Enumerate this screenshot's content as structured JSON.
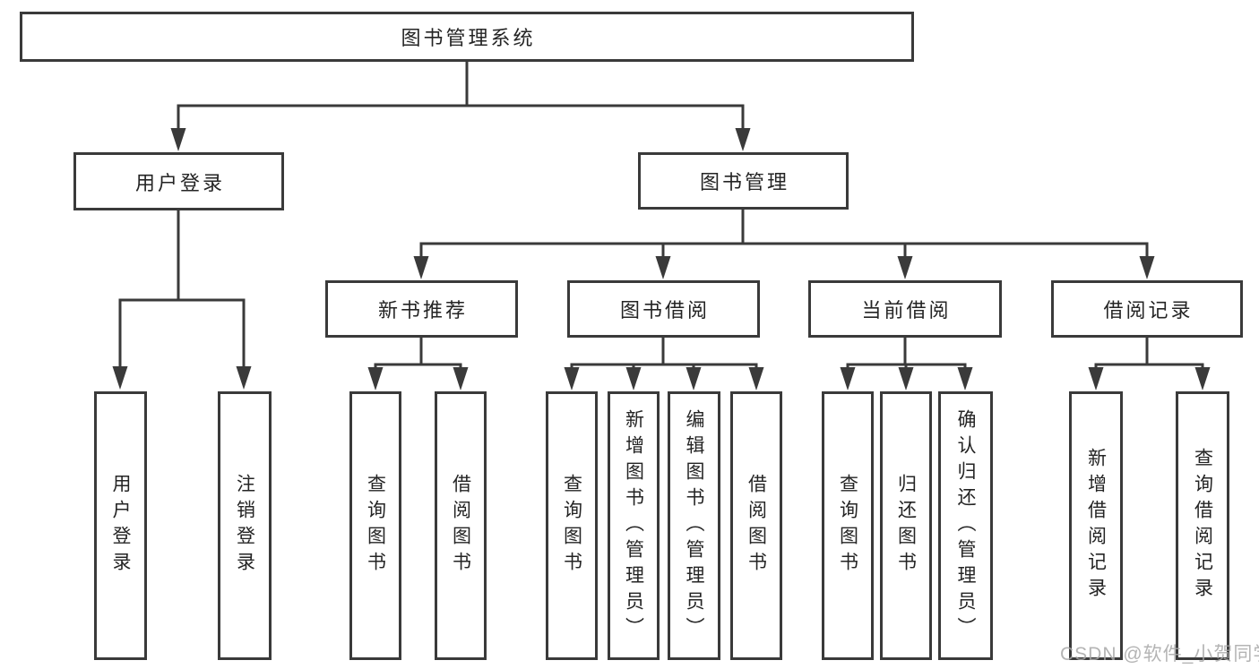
{
  "diagram": {
    "root": {
      "label": "图书管理系统"
    },
    "branches": [
      {
        "label": "用户登录",
        "leaves": [
          "用户登录",
          "注销登录"
        ]
      },
      {
        "label": "图书管理",
        "groups": [
          {
            "label": "新书推荐",
            "leaves": [
              "查询图书",
              "借阅图书"
            ]
          },
          {
            "label": "图书借阅",
            "leaves": [
              "查询图书",
              "新增图书（管理员）",
              "编辑图书（管理员）",
              "借阅图书"
            ]
          },
          {
            "label": "当前借阅",
            "leaves": [
              "查询图书",
              "归还图书",
              "确认归还（管理员）"
            ]
          },
          {
            "label": "借阅记录",
            "leaves": [
              "新增借阅记录",
              "查询借阅记录"
            ]
          }
        ]
      }
    ]
  },
  "watermark": "CSDN @软件_小贺同学",
  "colors": {
    "line": "#3a3a3a",
    "text": "#242424",
    "watermark": "#a7a7a7",
    "background": "#ffffff"
  }
}
